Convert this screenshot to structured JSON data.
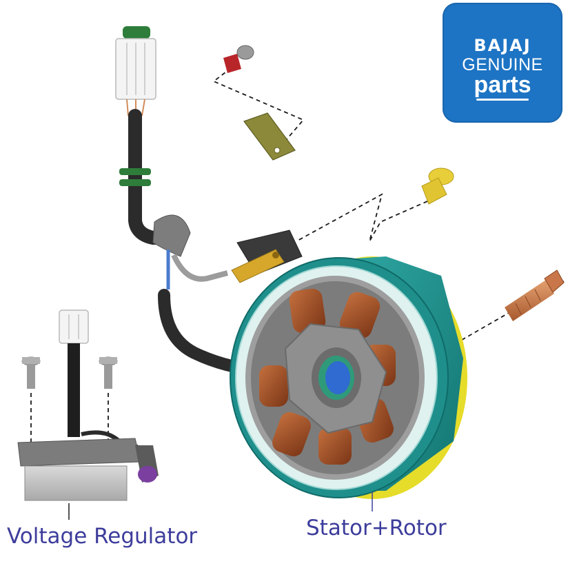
{
  "logo": {
    "brand": "BAJAJ",
    "line1": "GENUINE",
    "line2": "parts",
    "color": "#1d74c4"
  },
  "labels": {
    "voltage_regulator": "Voltage Regulator",
    "stator_rotor": "Stator+Rotor"
  },
  "colors": {
    "label_text": "#3d3d9c",
    "stator_rim": "#1f8f8c",
    "rotor_edge": "#e6dc2a",
    "coil": "#9a4a22",
    "bolt": "#c9774a",
    "screw_yellow": "#e8cf3a",
    "screw_red": "#b8262a",
    "connector_green": "#2e7d3a"
  }
}
